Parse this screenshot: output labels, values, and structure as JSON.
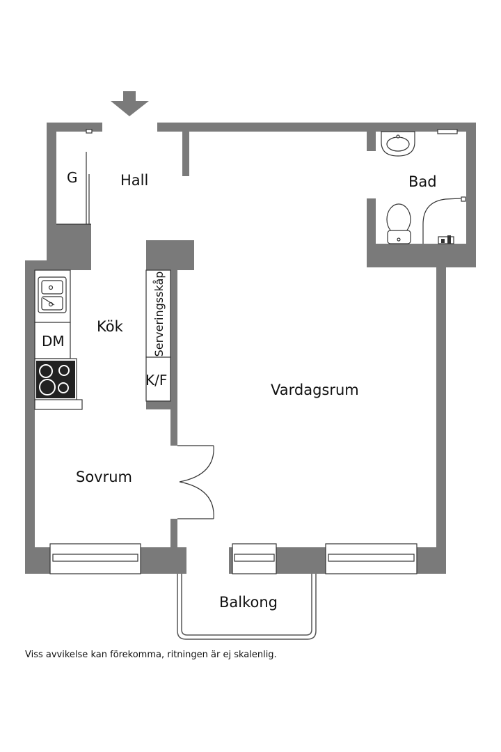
{
  "rooms": {
    "hall": "Hall",
    "garderob": "G",
    "bad": "Bad",
    "kok": "Kök",
    "diskmaskin": "DM",
    "serveringsskap": "Serveringsskåp",
    "kyl_frys": "K/F",
    "vardagsrum": "Vardagsrum",
    "sovrum": "Sovrum",
    "balkong": "Balkong"
  },
  "disclaimer": "Viss avvikelse kan förekomma, ritningen är ej skalenlig.",
  "colors": {
    "wall": "#7a7a7a",
    "entrance_arrow": "#7a7a7a",
    "stove": "#222222"
  },
  "icons": {
    "entrance": "entrance-arrow-icon",
    "sink": "sink-icon",
    "stove": "stove-icon",
    "toilet": "toilet-icon",
    "washbasin": "washbasin-icon",
    "shower": "shower-icon"
  }
}
